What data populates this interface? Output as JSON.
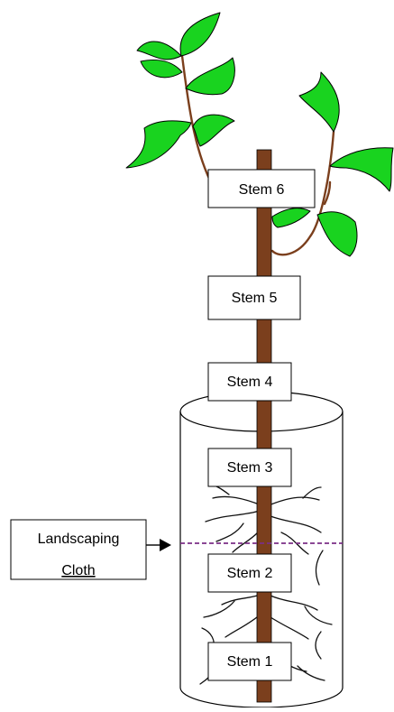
{
  "stem_labels": [
    "Stem 6",
    "Stem 5",
    "Stem 4",
    "Stem 3",
    "Stem 2",
    "Stem 1"
  ],
  "callout": {
    "line1": "Landscaping",
    "line2": "Cloth"
  },
  "colors": {
    "stem": "#7b3f1d",
    "leaf": "#19d31f",
    "root": "#111111",
    "cloth_line": "#7b2f86",
    "outline": "#000000",
    "label_bg": "#ffffff"
  }
}
